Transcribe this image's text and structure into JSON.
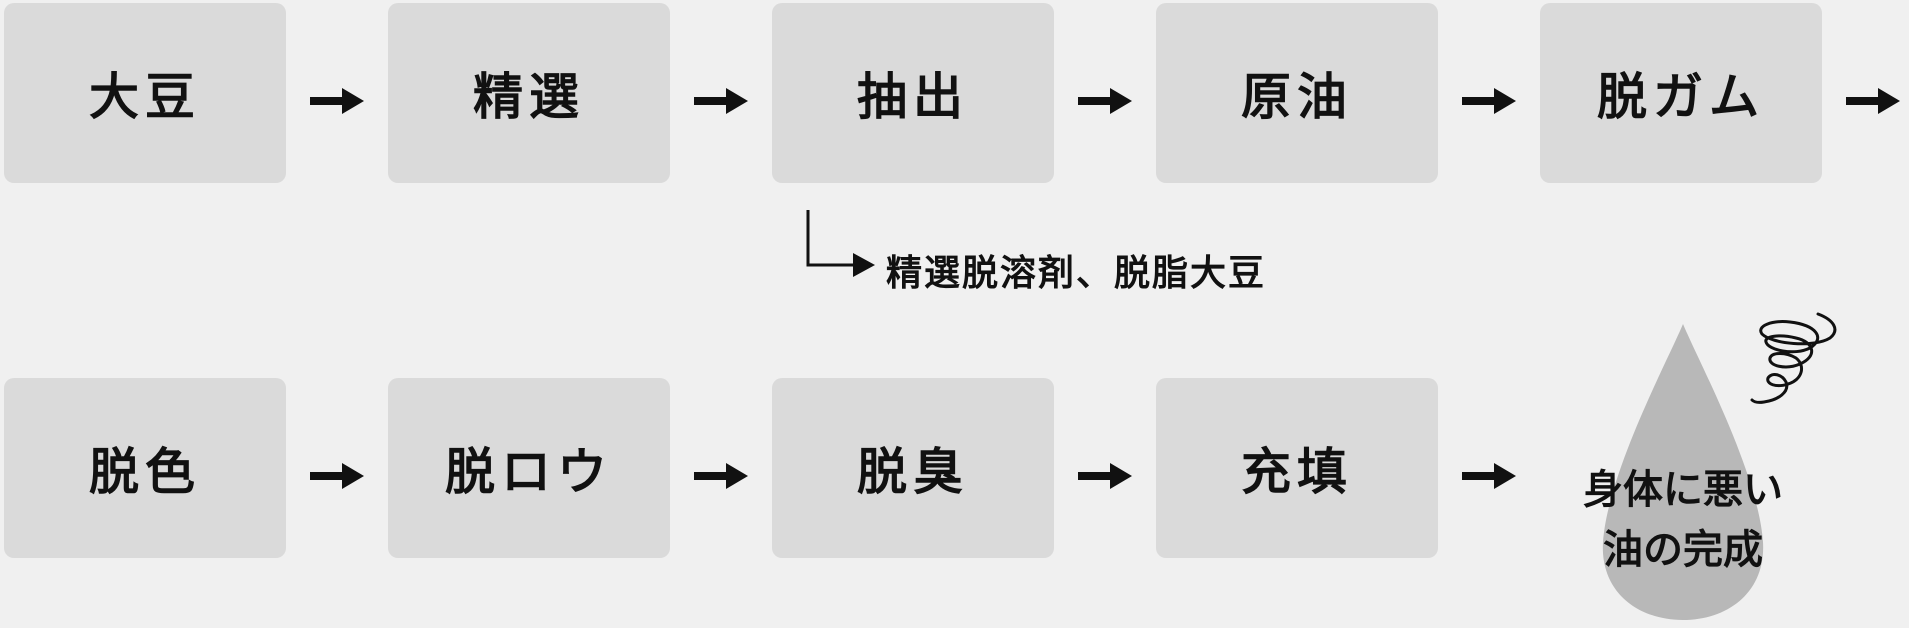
{
  "steps_row1": [
    "大豆",
    "精選",
    "抽出",
    "原油",
    "脱ガム"
  ],
  "steps_row2": [
    "脱色",
    "脱ロウ",
    "脱臭",
    "充填"
  ],
  "branch_label": "精選脱溶剤、脱脂大豆",
  "result": {
    "line1": "身体に悪い",
    "line2": "油の完成"
  },
  "colors": {
    "background": "#f0f0f0",
    "box": "#dadada",
    "drop": "#b8b8b8",
    "text": "#111111"
  }
}
